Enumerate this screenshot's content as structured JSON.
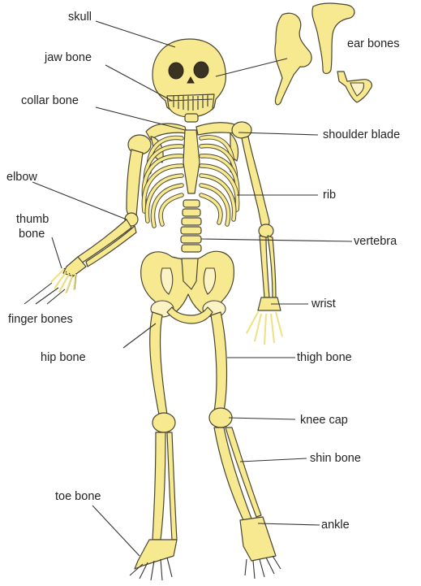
{
  "labels": {
    "skull": "skull",
    "jaw_bone": "jaw bone",
    "collar_bone": "collar bone",
    "ear_bones": "ear bones",
    "shoulder_blade": "shoulder blade",
    "elbow": "elbow",
    "rib": "rib",
    "thumb_bone_1": "thumb",
    "thumb_bone_2": "bone",
    "vertebra": "vertebra",
    "finger_bones": "finger bones",
    "wrist": "wrist",
    "hip_bone": "hip bone",
    "thigh_bone": "thigh bone",
    "knee_cap": "knee cap",
    "shin_bone": "shin bone",
    "toe_bone": "toe bone",
    "ankle": "ankle"
  },
  "colors": {
    "bone": "#f7e98f",
    "outline": "#4a4530",
    "text": "#222222"
  }
}
